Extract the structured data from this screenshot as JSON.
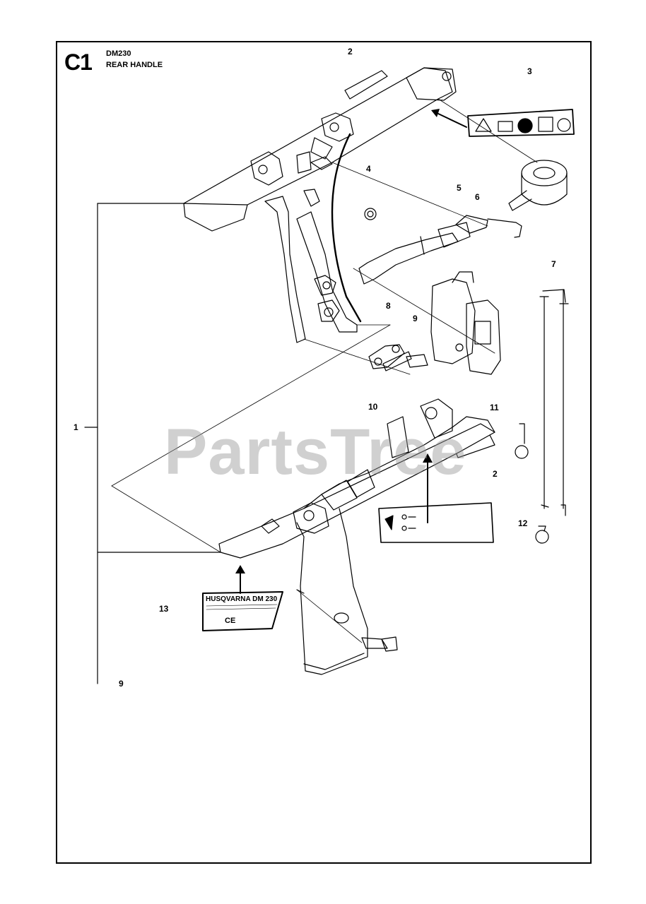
{
  "header": {
    "section_code": "C1",
    "model": "DM230",
    "title": "REAR HANDLE"
  },
  "callouts": [
    {
      "id": "callout-1",
      "label": "1"
    },
    {
      "id": "callout-2-top",
      "label": "2"
    },
    {
      "id": "callout-3",
      "label": "3"
    },
    {
      "id": "callout-4",
      "label": "4"
    },
    {
      "id": "callout-5",
      "label": "5"
    },
    {
      "id": "callout-6",
      "label": "6"
    },
    {
      "id": "callout-7",
      "label": "7"
    },
    {
      "id": "callout-8",
      "label": "8"
    },
    {
      "id": "callout-9-mid",
      "label": "9"
    },
    {
      "id": "callout-10",
      "label": "10"
    },
    {
      "id": "callout-11",
      "label": "11"
    },
    {
      "id": "callout-2-mid",
      "label": "2"
    },
    {
      "id": "callout-12",
      "label": "12"
    },
    {
      "id": "callout-13",
      "label": "13"
    },
    {
      "id": "callout-9-bottom",
      "label": "9"
    }
  ],
  "decal_13": {
    "brand_model": "HUSQVARNA DM 230",
    "marks": [
      "CE"
    ]
  },
  "watermark": "PartsTree"
}
